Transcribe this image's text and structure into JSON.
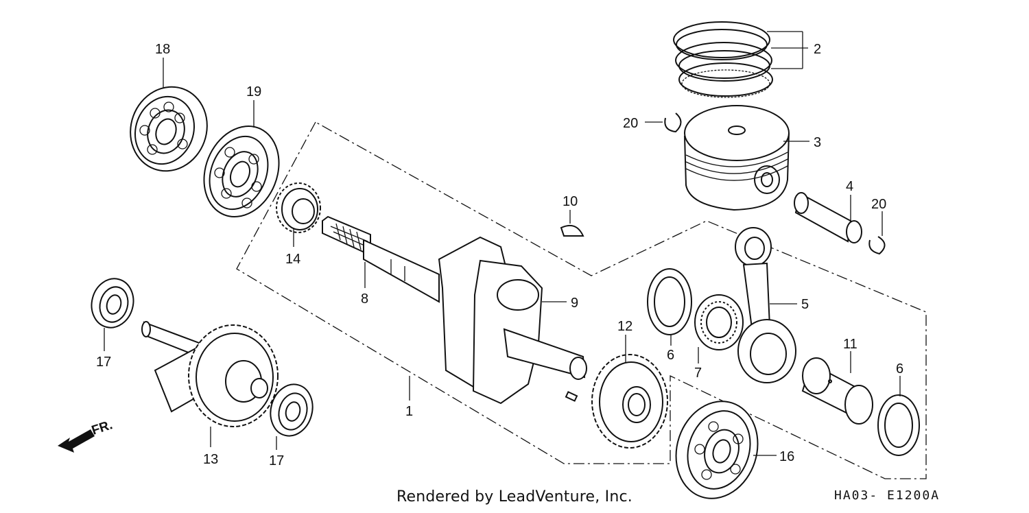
{
  "diagram": {
    "parts": [
      {
        "id": "part-1",
        "label": "1"
      },
      {
        "id": "part-2",
        "label": "2"
      },
      {
        "id": "part-3",
        "label": "3"
      },
      {
        "id": "part-4",
        "label": "4"
      },
      {
        "id": "part-5",
        "label": "5"
      },
      {
        "id": "part-6a",
        "label": "6"
      },
      {
        "id": "part-6b",
        "label": "6"
      },
      {
        "id": "part-7",
        "label": "7"
      },
      {
        "id": "part-8",
        "label": "8"
      },
      {
        "id": "part-9",
        "label": "9"
      },
      {
        "id": "part-10",
        "label": "10"
      },
      {
        "id": "part-11",
        "label": "11"
      },
      {
        "id": "part-12",
        "label": "12"
      },
      {
        "id": "part-13",
        "label": "13"
      },
      {
        "id": "part-14",
        "label": "14"
      },
      {
        "id": "part-16",
        "label": "16"
      },
      {
        "id": "part-17a",
        "label": "17"
      },
      {
        "id": "part-17b",
        "label": "17"
      },
      {
        "id": "part-18",
        "label": "18"
      },
      {
        "id": "part-19",
        "label": "19"
      },
      {
        "id": "part-20a",
        "label": "20"
      },
      {
        "id": "part-20b",
        "label": "20"
      }
    ],
    "direction_label": "FR.",
    "credit": "Rendered by LeadVenture, Inc.",
    "drawing_code": "HA03- E1200A"
  }
}
